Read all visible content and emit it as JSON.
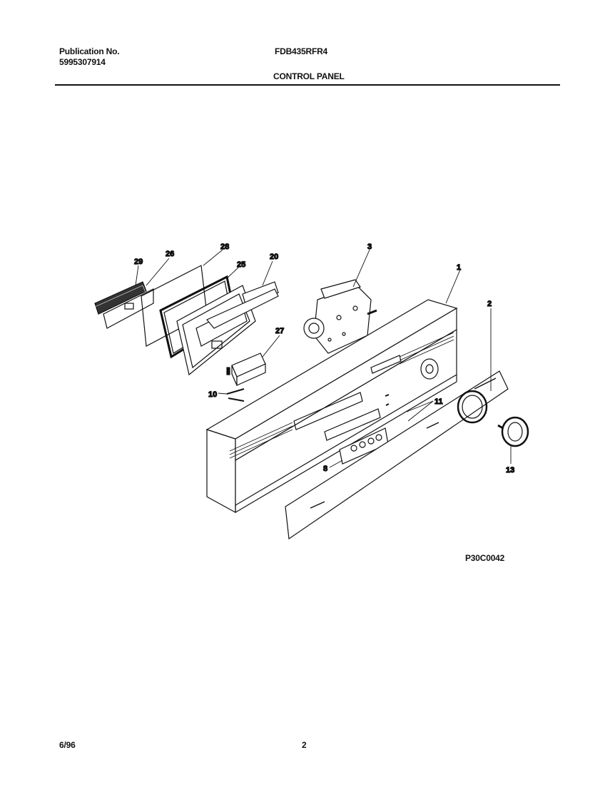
{
  "header": {
    "publication_label": "Publication No.",
    "publication_number": "5995307914",
    "model": "FDB435RFR4",
    "section_title": "CONTROL PANEL"
  },
  "diagram": {
    "figure_code": "P30C0042",
    "callouts": {
      "c1": "1",
      "c2": "2",
      "c3": "3",
      "c8": "8",
      "c10": "10",
      "c11": "11",
      "c13": "13",
      "c20": "20",
      "c25": "25",
      "c26": "26",
      "c27": "27",
      "c28": "28",
      "c29": "29"
    }
  },
  "footer": {
    "date": "6/96",
    "page_number": "2"
  }
}
